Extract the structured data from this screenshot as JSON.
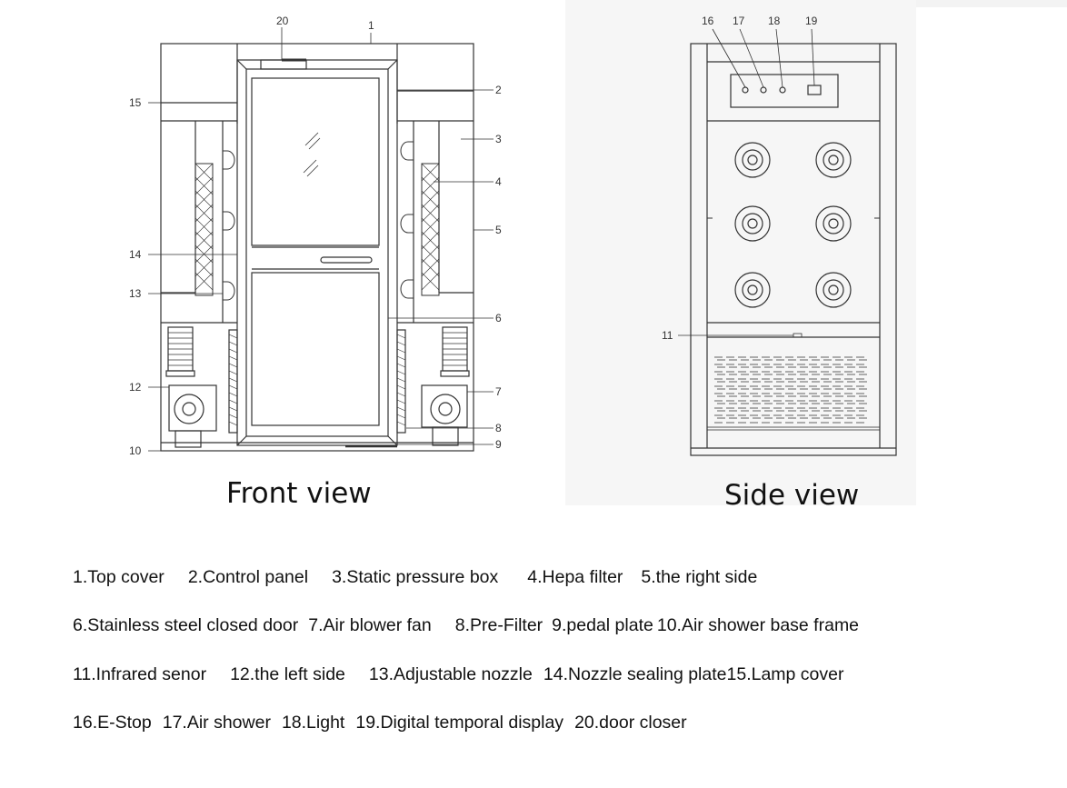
{
  "front_view": {
    "title": "Front  view",
    "callouts": [
      "1",
      "2",
      "3",
      "4",
      "5",
      "6",
      "7",
      "8",
      "9",
      "10",
      "12",
      "13",
      "14",
      "15",
      "20"
    ]
  },
  "side_view": {
    "title": "Side view",
    "callouts": [
      "11",
      "16",
      "17",
      "18",
      "19"
    ]
  },
  "legend": {
    "lines": [
      [
        "1.Top cover",
        "2.Control panel",
        "3.Static pressure box",
        "4.Hepa filter",
        "5.the right side"
      ],
      [
        "6.Stainless steel closed door",
        "7.Air blower fan",
        "8.Pre-Filter",
        "9.pedal plate",
        "10.Air shower base frame"
      ],
      [
        "11.Infrared senor",
        "12.the left side",
        "13.Adjustable nozzle",
        "14.Nozzle sealing plate15.Lamp cover"
      ],
      [
        "16.E-Stop",
        "17.Air shower",
        "18.Light",
        "19.Digital temporal display",
        "20.door closer"
      ]
    ]
  }
}
